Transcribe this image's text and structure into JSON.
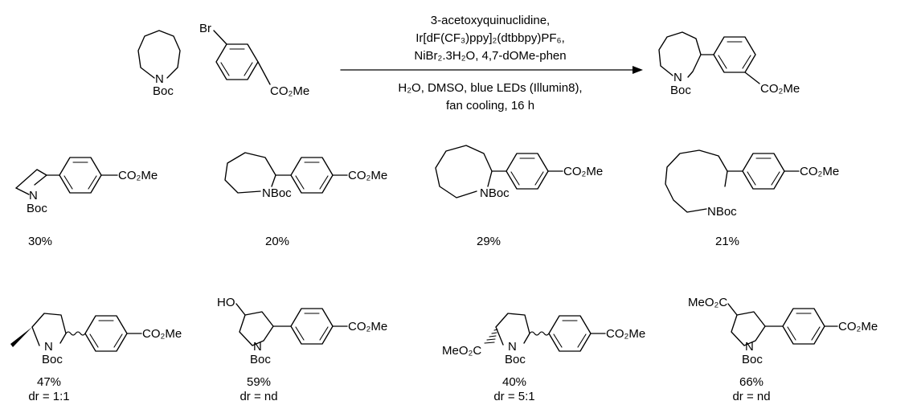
{
  "reaction": {
    "reagents_line1": "3-acetoxyquinuclidine,",
    "reagents_line2": "Ir[dF(CF₃)ppy]₂(dtbbpy)PF₆,",
    "reagents_line3": "NiBr₂.3H₂O, 4,7-dOMe-phen",
    "conditions_line1": "H₂O, DMSO, blue LEDs (Illumin8),",
    "conditions_line2": "fan cooling, 16 h"
  },
  "labels": {
    "br": "Br",
    "co2me": "CO₂Me",
    "n": "N",
    "boc": "Boc",
    "nboc": "NBoc",
    "ho": "HO",
    "meo2c": "MeO₂C"
  },
  "products": [
    {
      "id": "azetidine",
      "yield": "30%"
    },
    {
      "id": "piperidine",
      "yield": "20%"
    },
    {
      "id": "azepane",
      "yield": "29%"
    },
    {
      "id": "azocane",
      "yield": "21%"
    },
    {
      "id": "methylpyrrolidine",
      "yield": "47%",
      "dr": "dr = 1:1"
    },
    {
      "id": "hydroxypyrrolidine",
      "yield": "59%",
      "dr": "dr = nd"
    },
    {
      "id": "proline-ester",
      "yield": "40%",
      "dr": "dr = 5:1"
    },
    {
      "id": "ester-pyrrolidine",
      "yield": "66%",
      "dr": "dr = nd"
    }
  ]
}
